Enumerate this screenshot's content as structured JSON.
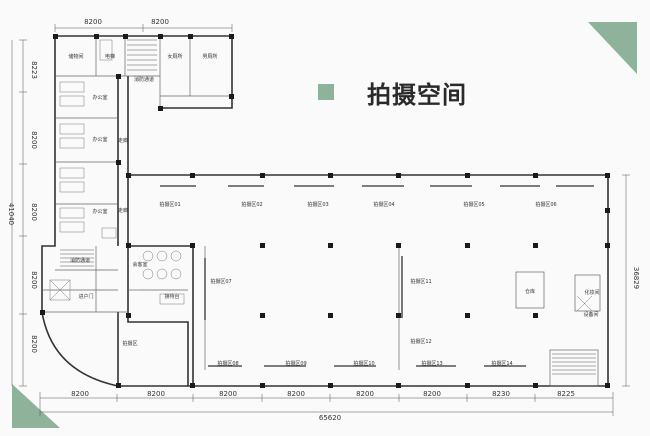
{
  "title": "拍摄空间",
  "colors": {
    "accent": "#8fb39a",
    "corner": "#8fb39a",
    "wall": "#333333",
    "column": "#1a1a1a"
  },
  "dimensions": {
    "top": [
      "8200",
      "8200"
    ],
    "bottom": [
      "8200",
      "8200",
      "8200",
      "8200",
      "8200",
      "8200",
      "8230",
      "8225"
    ],
    "bottom_total": "65620",
    "left": [
      "8223",
      "8200",
      "8200",
      "8200",
      "8200"
    ],
    "left_total": "41040",
    "right_total": "36829"
  },
  "rooms": {
    "storage": "储物间",
    "elevator": "电梯",
    "passage": "消防通道",
    "mens_wc": "女厕所",
    "womens_wc": "男厕所",
    "office1": "办公室",
    "office2": "办公室",
    "office3": "办公室",
    "corridor": "走廊",
    "corridor2": "走廊",
    "passage2": "消防通道",
    "entrance": "进户门",
    "meeting": "会客室",
    "reception": "接待台",
    "studio_corner": "拍摄区",
    "warehouse": "仓库",
    "prop_room": "化妆间",
    "equipment": "设备间"
  },
  "zones": {
    "top": [
      "拍摄区01",
      "拍摄区02",
      "拍摄区03",
      "拍摄区04",
      "拍摄区05",
      "拍摄区06"
    ],
    "middle": [
      "拍摄区07",
      "拍摄区11"
    ],
    "lower": [
      "拍摄区12"
    ],
    "bottom": [
      "拍摄区08",
      "拍摄区09",
      "拍摄区10",
      "拍摄区13",
      "拍摄区14"
    ]
  }
}
